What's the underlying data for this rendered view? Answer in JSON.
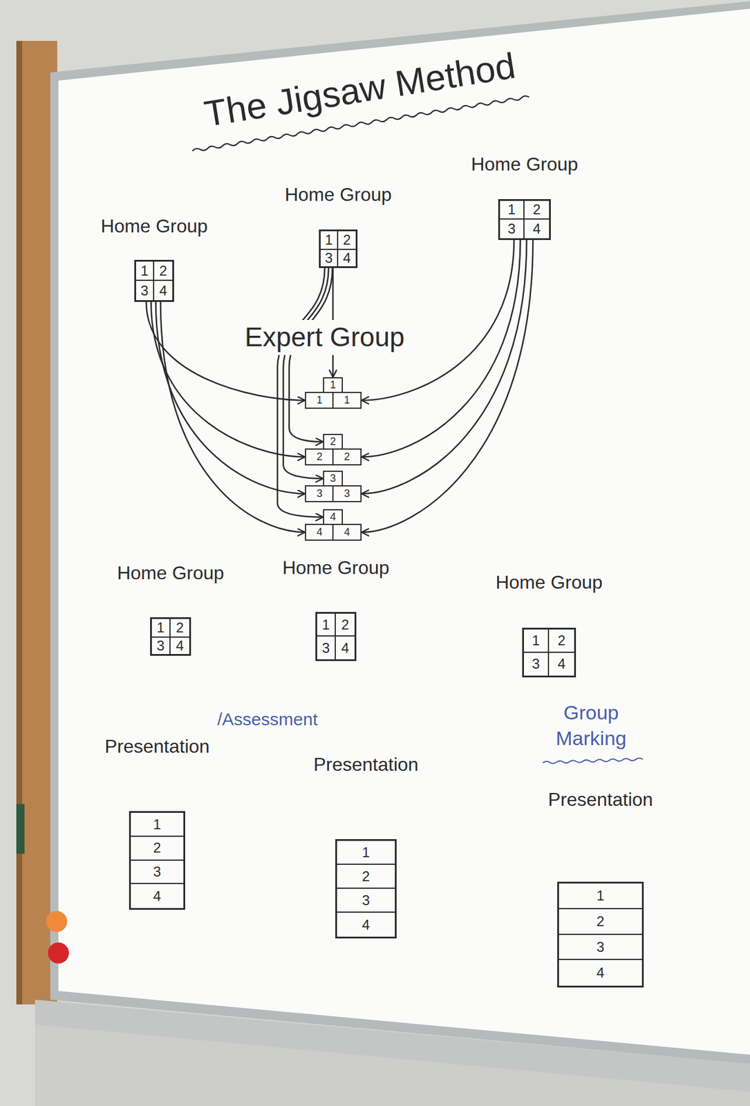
{
  "diagram": {
    "title": "The Jigsaw Method",
    "nodes": [
      {
        "text": [
          "Home Group"
        ]
      },
      {
        "text": [
          "1"
        ],
        "in": 0
      },
      {
        "text": [
          "2"
        ],
        "in": 0
      },
      {
        "text": [
          "3"
        ],
        "in": 0
      },
      {
        "text": [
          "4"
        ],
        "in": 0
      },
      {
        "text": [
          "Home Group"
        ]
      },
      {
        "text": [
          "1"
        ],
        "in": 5
      },
      {
        "text": [
          "2"
        ],
        "in": 5
      },
      {
        "text": [
          "3"
        ],
        "in": 5
      },
      {
        "text": [
          "4"
        ],
        "in": 5
      },
      {
        "text": [
          "Home Group"
        ]
      },
      {
        "text": [
          "1"
        ],
        "in": 10
      },
      {
        "text": [
          "2"
        ],
        "in": 10
      },
      {
        "text": [
          "3"
        ],
        "in": 10
      },
      {
        "text": [
          "4"
        ],
        "in": 10
      },
      {
        "text": [
          "1"
        ]
      },
      {
        "text": [
          "1"
        ]
      },
      {
        "text": [
          "1"
        ]
      },
      {
        "text": [
          "2"
        ]
      },
      {
        "text": [
          "2"
        ]
      },
      {
        "text": [
          "2"
        ]
      },
      {
        "text": [
          "3"
        ]
      },
      {
        "text": [
          "3"
        ]
      },
      {
        "text": [
          "3"
        ]
      },
      {
        "text": [
          "4"
        ]
      },
      {
        "text": [
          "4"
        ]
      },
      {
        "text": [
          "4"
        ]
      },
      {
        "text": [
          "Home Group"
        ]
      },
      {
        "text": [
          "1"
        ],
        "in": 27
      },
      {
        "text": [
          "2"
        ],
        "in": 27
      },
      {
        "text": [
          "3"
        ],
        "in": 27
      },
      {
        "text": [
          "4"
        ],
        "in": 27
      },
      {
        "text": [
          "Home Group"
        ]
      },
      {
        "text": [
          "1"
        ],
        "in": 32
      },
      {
        "text": [
          "2"
        ],
        "in": 32
      },
      {
        "text": [
          "3"
        ],
        "in": 32
      },
      {
        "text": [
          "4"
        ],
        "in": 32
      },
      {
        "text": [
          "Home Group"
        ]
      },
      {
        "text": [
          "1"
        ],
        "in": 37
      },
      {
        "text": [
          "2"
        ],
        "in": 37
      },
      {
        "text": [
          "3"
        ],
        "in": 37
      },
      {
        "text": [
          "4"
        ],
        "in": 37
      },
      {
        "text": [
          "Presentation"
        ]
      },
      {
        "text": [
          "1"
        ],
        "in": 42
      },
      {
        "text": [
          "2"
        ],
        "in": 42
      },
      {
        "text": [
          "3"
        ],
        "in": 42
      },
      {
        "text": [
          "4"
        ],
        "in": 42
      },
      {
        "text": [
          "Presentation"
        ]
      },
      {
        "text": [
          "1"
        ],
        "in": 47
      },
      {
        "text": [
          "2"
        ],
        "in": 47
      },
      {
        "text": [
          "3"
        ],
        "in": 47
      },
      {
        "text": [
          "4"
        ],
        "in": 47
      },
      {
        "text": [
          "Presentation"
        ]
      },
      {
        "text": [
          "1"
        ],
        "in": 52
      },
      {
        "text": [
          "2"
        ],
        "in": 52
      },
      {
        "text": [
          "3"
        ],
        "in": 52
      },
      {
        "text": [
          "4"
        ],
        "in": 52
      }
    ],
    "edges": [
      {
        "from": 0,
        "to": 16,
        "arrow": "to"
      },
      {
        "from": 0,
        "to": 19,
        "arrow": "to"
      },
      {
        "from": 0,
        "to": 22,
        "arrow": "to"
      },
      {
        "from": 0,
        "to": 25,
        "arrow": "to"
      },
      {
        "from": 5,
        "to": 15,
        "arrow": "to"
      },
      {
        "from": 5,
        "to": 18,
        "arrow": "to"
      },
      {
        "from": 5,
        "to": 21,
        "arrow": "to"
      },
      {
        "from": 5,
        "to": 24,
        "arrow": "to"
      },
      {
        "from": 10,
        "to": 17,
        "arrow": "to"
      },
      {
        "from": 10,
        "to": 20,
        "arrow": "to"
      },
      {
        "from": 10,
        "to": 23,
        "arrow": "to"
      },
      {
        "from": 10,
        "to": 26,
        "arrow": "to"
      }
    ],
    "labels": [
      "Expert Group",
      "/Assessment",
      "Group Marking"
    ]
  }
}
